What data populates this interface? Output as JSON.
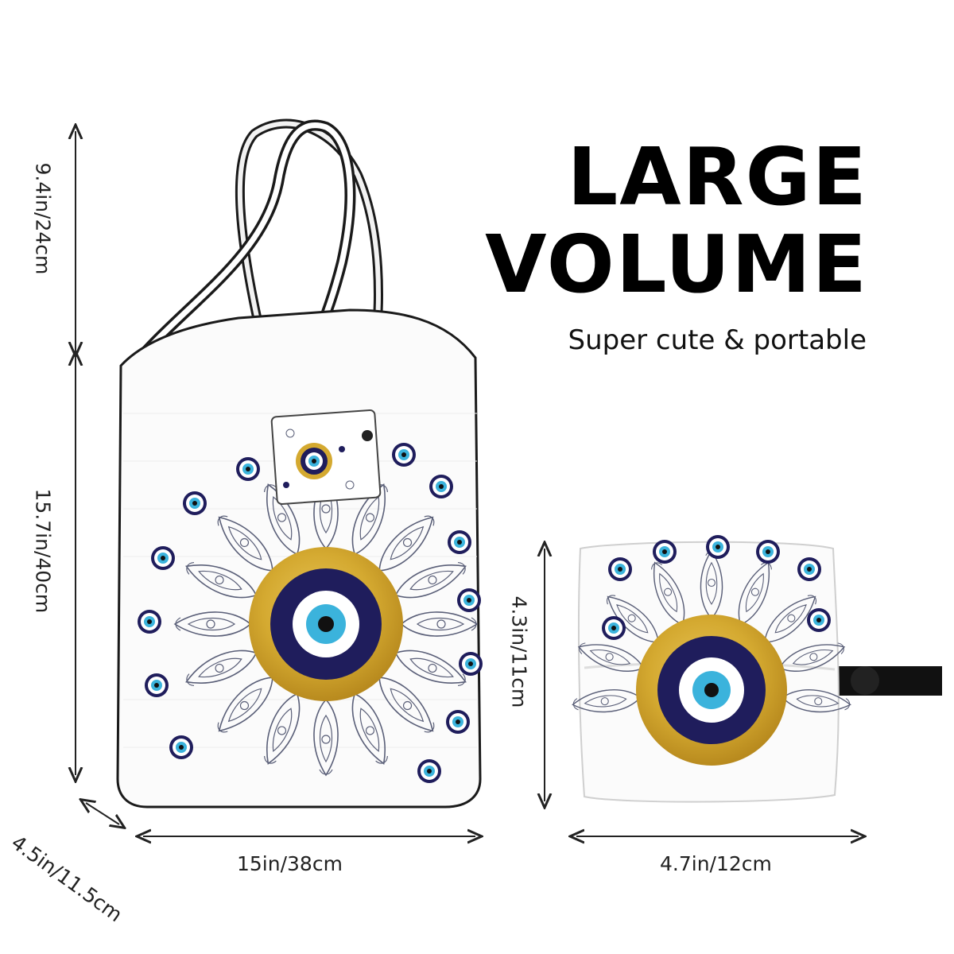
{
  "headline": {
    "line1": "LARGE",
    "line2": "VOLUME"
  },
  "subline": "Super cute & portable",
  "dimensions": {
    "handle_height": "9.4in/24cm",
    "bag_height": "15.7in/40cm",
    "gusset": "4.5in/11.5cm",
    "bag_width": "15in/38cm",
    "pouch_height": "4.3in/11cm",
    "pouch_width": "4.7in/12cm"
  },
  "colors": {
    "navy": "#1f1d5c",
    "light_blue": "#3bb3dc",
    "gold": "#d4a930",
    "gold_dark": "#b88a1e",
    "handle": "#1a1a1a",
    "pattern": "#5a5f78"
  },
  "icons": [
    "evil-eye-icon",
    "mandala-pattern",
    "tote-bag-illustration",
    "folded-pouch-illustration",
    "dimension-arrow"
  ]
}
